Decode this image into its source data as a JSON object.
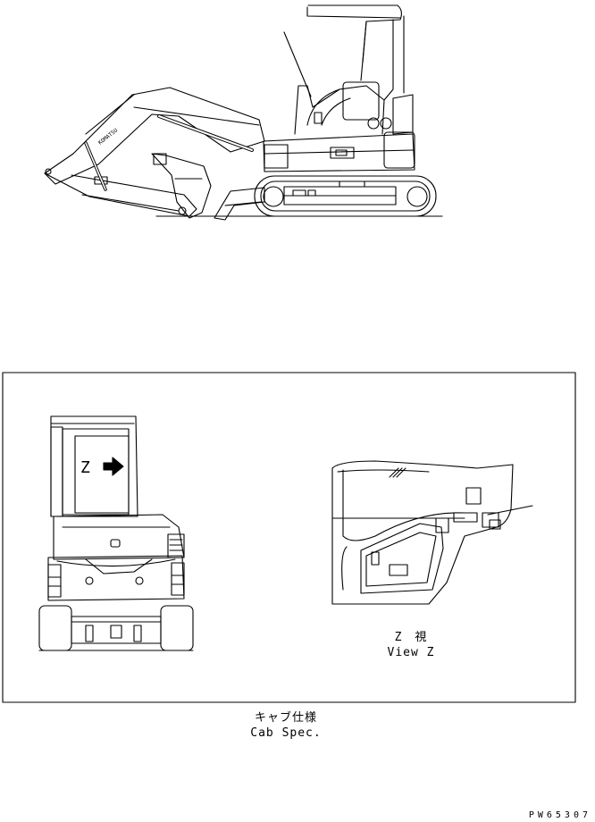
{
  "view_label": {
    "jp": "Z　視",
    "en": "View Z"
  },
  "detail_marker": "Z",
  "caption": {
    "jp": "キャブ仕様",
    "en": "Cab Spec."
  },
  "drawing_number": "PW65307"
}
